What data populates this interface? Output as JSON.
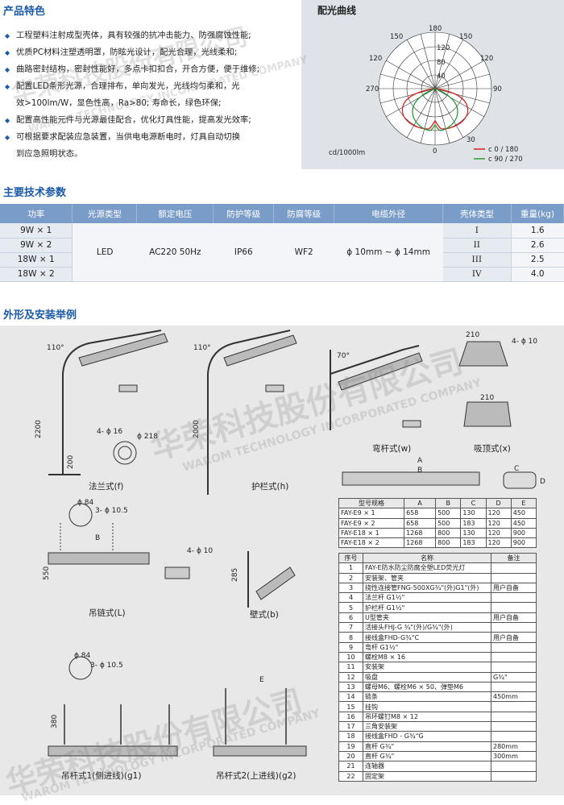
{
  "sections": {
    "features_title": "产品特色",
    "params_title": "主要技术参数",
    "install_title": "外形及安装举例",
    "curve_title": "配光曲线"
  },
  "features": [
    "工程塑料注射成型壳体，具有较强的抗冲击能力、防强腐蚀性能;",
    "优质PC材料注塑透明罩，防眩光设计，配光合理，光线柔和;",
    "曲路密封结构，密封性能好，多点卡扣扣合，开合方便，便于维修;",
    "配置LED条形光源，合理排布，单向发光，光线均匀柔和，光",
    "效>100lm/W，显色性高，Ra>80; 寿命长，绿色环保;",
    "配置高性能元件与光源最佳配合，优化灯具性能，提高发光效率;",
    "可根据要求配装应急装置，当供电电源断电时，灯具自动切换",
    "到应急照明状态。"
  ],
  "polar": {
    "angles_top": [
      "180",
      "150",
      "120",
      "90"
    ],
    "angle_left": "270",
    "angle_right": "90",
    "angle_bottom": "0",
    "angle_30": "30",
    "radials": [
      "120",
      "80",
      "40"
    ],
    "unit": "cd/1000lm",
    "legend": [
      {
        "label": "c 0 / 180",
        "color": "#d42020"
      },
      {
        "label": "c 90 / 270",
        "color": "#2a9a3a"
      }
    ]
  },
  "params": {
    "headers": [
      "功率",
      "光源类型",
      "额定电压",
      "防护等级",
      "防腐等级",
      "电缆外径",
      "壳体类型",
      "重量(kg)"
    ],
    "power": [
      "9W × 1",
      "9W × 2",
      "18W × 1",
      "18W × 2"
    ],
    "light_source": "LED",
    "voltage": "AC220  50Hz",
    "protection": "IP66",
    "anticorrosion": "WF2",
    "cable": "ϕ 10mm ~ ϕ 14mm",
    "housing": [
      "I",
      "II",
      "III",
      "IV"
    ],
    "weight": [
      "1.6",
      "2.6",
      "2.5",
      "4.0"
    ]
  },
  "install_labels": {
    "flange": "法兰式(f)",
    "guardrail": "护栏式(h)",
    "bent_pole": "弯杆式(w)",
    "ceiling": "吸顶式(x)",
    "chain": "吊链式(L)",
    "wall": "壁式(b)",
    "pole_side": "吊杆式1(侧进线)(g1)",
    "pole_top": "吊杆式2(上进线)(g2)"
  },
  "dims": {
    "h2200": "2200",
    "h2000": "2000",
    "d200": "200",
    "d110a": "110°",
    "d110b": "110°",
    "d70": "70°",
    "holes16": "4- ϕ 16",
    "d218": "ϕ 218",
    "d210a": "210",
    "holes10": "4- ϕ 10",
    "d210b": "210",
    "d84a": "ϕ 84",
    "holes105a": "3- ϕ 10.5",
    "d550": "550",
    "holes10b": "4- ϕ 10",
    "d285": "285",
    "d84b": "ϕ 84",
    "holes105b": "3- ϕ 10.5",
    "d380": "380",
    "dimA": "A",
    "dimB": "B",
    "dimC": "C",
    "dimD": "D",
    "dimB2": "B",
    "dimE": "E"
  },
  "model_table": {
    "headers": [
      "型号规格",
      "A",
      "B",
      "C",
      "D",
      "E"
    ],
    "rows": [
      [
        "FAY-E9 × 1",
        "658",
        "500",
        "130",
        "120",
        "450"
      ],
      [
        "FAY-E9 × 2",
        "658",
        "500",
        "183",
        "120",
        "450"
      ],
      [
        "FAY-E18 × 1",
        "1268",
        "800",
        "130",
        "120",
        "900"
      ],
      [
        "FAY-E18 × 2",
        "1268",
        "800",
        "183",
        "120",
        "900"
      ]
    ]
  },
  "parts_table": {
    "headers": [
      "序号",
      "名称",
      "备注"
    ],
    "rows": [
      [
        "1",
        "FAY-E防水防尘防腐全塑LED荧光灯",
        ""
      ],
      [
        "2",
        "安装架、管夹",
        ""
      ],
      [
        "3",
        "挠性连接管FNG-500XG¾\"(外)G1\"(外)",
        "用户自备"
      ],
      [
        "4",
        "法兰杆 G1½\"",
        ""
      ],
      [
        "5",
        "护栏杆 G1½\"",
        ""
      ],
      [
        "6",
        "U型管夹",
        "用户自备"
      ],
      [
        "7",
        "活接头FHJ-G ¾\"(外)/G¾\"(外)",
        ""
      ],
      [
        "8",
        "接线盒FHD-G¾\"C",
        "用户自备"
      ],
      [
        "9",
        "弯杆 G1½\"",
        ""
      ],
      [
        "10",
        "螺栓M8 × 16",
        ""
      ],
      [
        "11",
        "安装架",
        ""
      ],
      [
        "12",
        "吸盘",
        "G¾\""
      ],
      [
        "13",
        "螺母M6、螺栓M6 × 50、弹垫M6",
        ""
      ],
      [
        "14",
        "链条",
        "450mm"
      ],
      [
        "15",
        "挂钩",
        ""
      ],
      [
        "16",
        "吊环螺钉M8 × 12",
        ""
      ],
      [
        "17",
        "三角安装架",
        ""
      ],
      [
        "18",
        "接线盒FHD - G¾\"G",
        ""
      ],
      [
        "19",
        "直杆 G¾\"",
        "280mm"
      ],
      [
        "20",
        "直杆 G¾\"",
        "300mm"
      ],
      [
        "21",
        "连轴器",
        ""
      ],
      [
        "22",
        "固定架",
        ""
      ]
    ]
  },
  "watermark": {
    "cn": "华荣科技股份有限公司",
    "en": "WAROM TECHNOLOGY INCORPORATED COMPANY"
  }
}
